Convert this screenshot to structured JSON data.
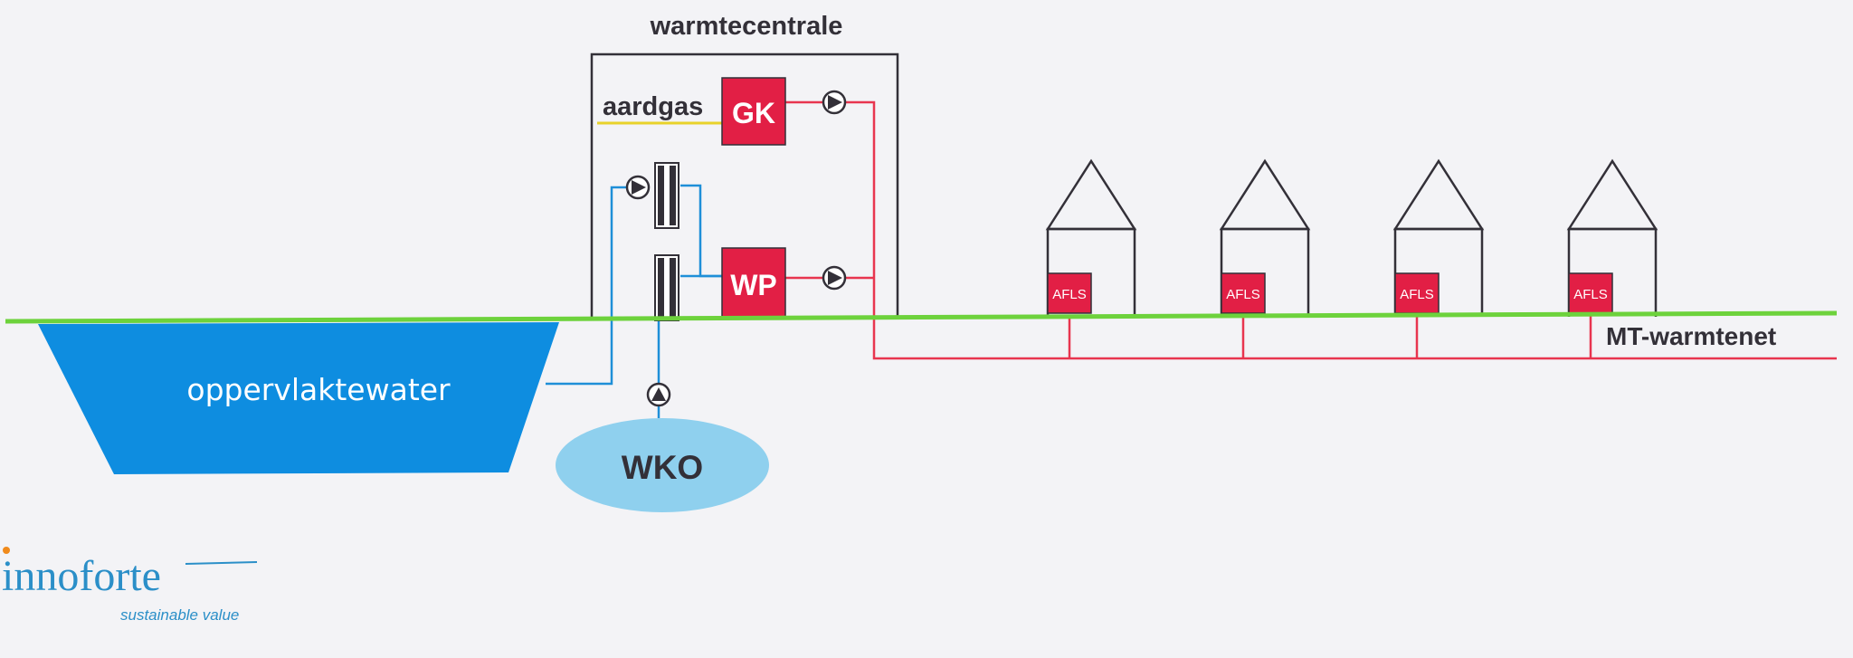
{
  "labels": {
    "warmtecentrale": "warmtecentrale",
    "aardgas": "aardgas",
    "gk": "GK",
    "wp": "WP",
    "oppervlaktewater": "oppervlaktewater",
    "wko": "WKO",
    "mt_warmtenet": "MT-warmtenet",
    "afls": "AFLS"
  },
  "houses": [
    {
      "label": "AFLS"
    },
    {
      "label": "AFLS"
    },
    {
      "label": "AFLS"
    },
    {
      "label": "AFLS"
    }
  ],
  "logo": {
    "part1": "inno",
    "part2": "forte",
    "tagline": "sustainable value"
  },
  "colors": {
    "ground": "#6dd23c",
    "red_pipe": "#e8354f",
    "blue_pipe": "#1e8fd8",
    "water": "#0e8de0",
    "wko": "#8fd0ee",
    "gas_line": "#e8d22a",
    "unit_fill": "#e21f45",
    "outline": "#333038",
    "logo_blue": "#2b8fc8",
    "logo_orange": "#f08a1c"
  }
}
